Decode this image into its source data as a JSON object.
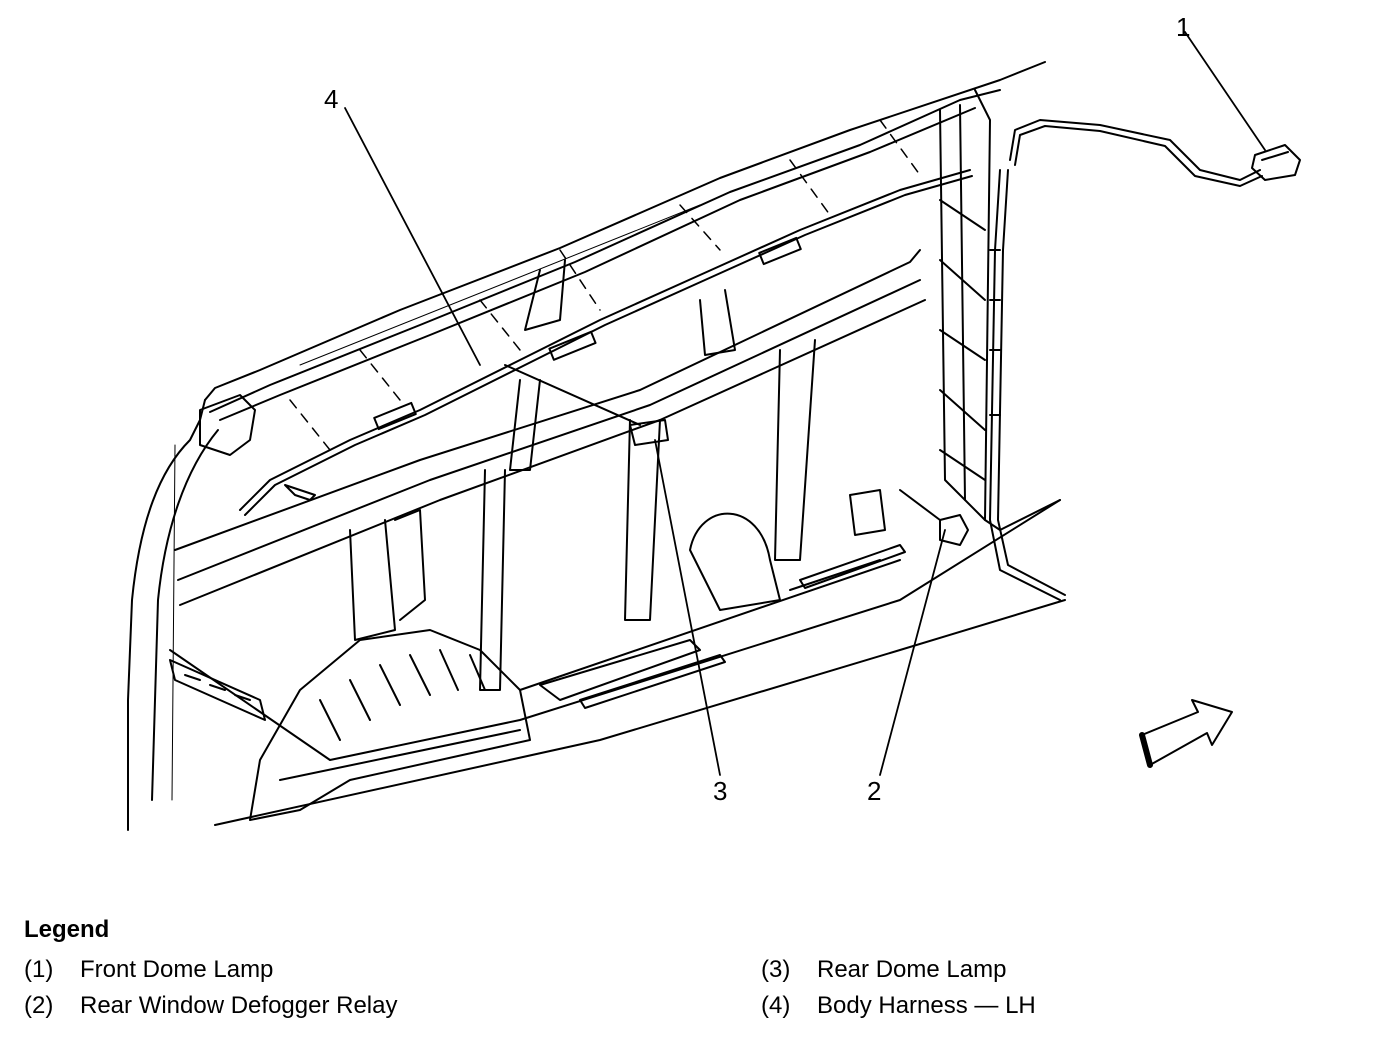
{
  "callouts": {
    "c1": "1",
    "c2": "2",
    "c3": "3",
    "c4": "4"
  },
  "legend": {
    "title": "Legend",
    "items": [
      {
        "num": "(1)",
        "label": "Front Dome Lamp"
      },
      {
        "num": "(2)",
        "label": "Rear Window Defogger Relay"
      },
      {
        "num": "(3)",
        "label": "Rear Dome Lamp"
      },
      {
        "num": "(4)",
        "label": "Body Harness — LH"
      }
    ]
  },
  "colors": {
    "ink": "#000000",
    "paper": "#ffffff"
  }
}
